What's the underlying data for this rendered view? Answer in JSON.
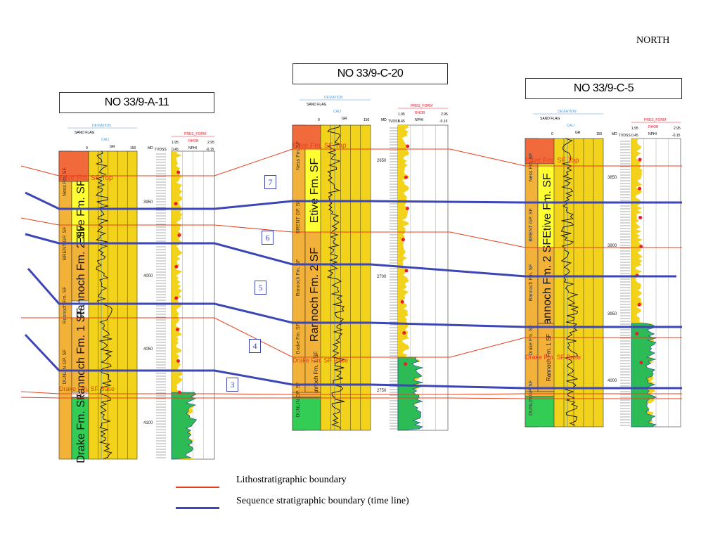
{
  "north_label": "NORTH",
  "colors": {
    "litho": "#e8401c",
    "sequence": "#3c46b4",
    "etive": "#ffff33",
    "rannoch": "#f2b23a",
    "ness": "#f06a3c",
    "drake": "#33cc55",
    "log_fill_yellow": "#f2d21a",
    "log_fill_green": "#2dbb55"
  },
  "wells": [
    {
      "id": "a11",
      "name": "NO 33/9-A-11",
      "header": {
        "deviation": "DEVIATION",
        "sand_flag": "SAND FLAG",
        "cali": "CALI",
        "gr": "GR",
        "pres_form": "PRES_FORM",
        "rhob": "RHOB",
        "nphi": "NPHI",
        "gr_min": "0",
        "gr_max": "150",
        "rhob_min": "1.95",
        "rhob_max": "2.95",
        "nphi_min": "0.45",
        "nphi_max": "-0.15",
        "md": "MD",
        "tvdss": "TVDSS"
      },
      "units": [
        {
          "label": "Etive Fm. SF",
          "small": false
        },
        {
          "label": "Rannoch Fm. 2 SF",
          "small": false
        },
        {
          "label": "Rannoch Fm. 1 SF",
          "small": false
        },
        {
          "label": "Drake Fm. SF",
          "small": false
        }
      ],
      "group_labels": [
        "Ness Fm. SF",
        "BRENT GP. SF",
        "Rannoch Fm. SF",
        "DUNLIN GP. SF"
      ],
      "depths": [
        "3950",
        "4000",
        "4050",
        "4100"
      ],
      "tops": [
        "Etive Fm. SF Top",
        "Drake Fm. SF Base"
      ]
    },
    {
      "id": "c20",
      "name": "NO 33/9-C-20",
      "header": {
        "deviation": "DEVIATION",
        "sand_flag": "SAND FLAG",
        "cali": "CALI",
        "gr": "GR",
        "pres_form": "PRES_FORM",
        "rhob": "RHOB",
        "nphi": "NPHI",
        "gr_min": "0",
        "gr_max": "150",
        "rhob_min": "1.95",
        "rhob_max": "2.95",
        "nphi_min": "0.45",
        "nphi_max": "-0.15",
        "md": "MD",
        "tvdss": "TVDSS"
      },
      "units": [
        {
          "label": "Etive Fm. SF",
          "small": false
        },
        {
          "label": "Rannoch Fm. 2 SF",
          "small": false
        },
        {
          "label": "Rannoch Fm. 1 SF",
          "small": true
        }
      ],
      "group_labels": [
        "Ness Fm. SF",
        "BRENT GP. SF",
        "Rannoch Fm. SF",
        "Drake Fm. SF",
        "DUNLIN GP. SF"
      ],
      "depths": [
        "2650",
        "2700",
        "2750"
      ],
      "tops": [
        "Etive Fm. SF Top",
        "Drake Fm. SF Base"
      ]
    },
    {
      "id": "c5",
      "name": "NO 33/9-C-5",
      "header": {
        "deviation": "DEVIATION",
        "sand_flag": "SAND FLAG",
        "cali": "CALI",
        "gr": "GR",
        "pres_form": "PRES_FORM",
        "rhob": "RHOB",
        "nphi": "NPHI",
        "gr_min": "0",
        "gr_max": "150",
        "rhob_min": "1.95",
        "rhob_max": "2.95",
        "nphi_min": "0.45",
        "nphi_max": "-0.15",
        "md": "MD",
        "tvdss": "TVDSS"
      },
      "units": [
        {
          "label": "Etive Fm. SF",
          "small": false
        },
        {
          "label": "Rannoch Fm. 2 SF",
          "small": false
        },
        {
          "label": "Rannoch Fm. 1 SF",
          "small": true
        }
      ],
      "group_labels": [
        "Ness Fm. SF",
        "BRENT GP. SF",
        "Rannoch Fm. SF",
        "Drake Fm. SF",
        "DUNLIN GP. SF"
      ],
      "depths": [
        "3850",
        "3900",
        "3950",
        "4000"
      ],
      "tops": [
        "Etive Fm. SF Top",
        "Drake Fm. SF Base"
      ]
    }
  ],
  "sequence_labels": [
    "7",
    "6",
    "5",
    "4",
    "3"
  ],
  "legend": {
    "litho": "Lithostratigraphic boundary",
    "sequence": "Sequence stratigraphic boundary (time line)"
  }
}
